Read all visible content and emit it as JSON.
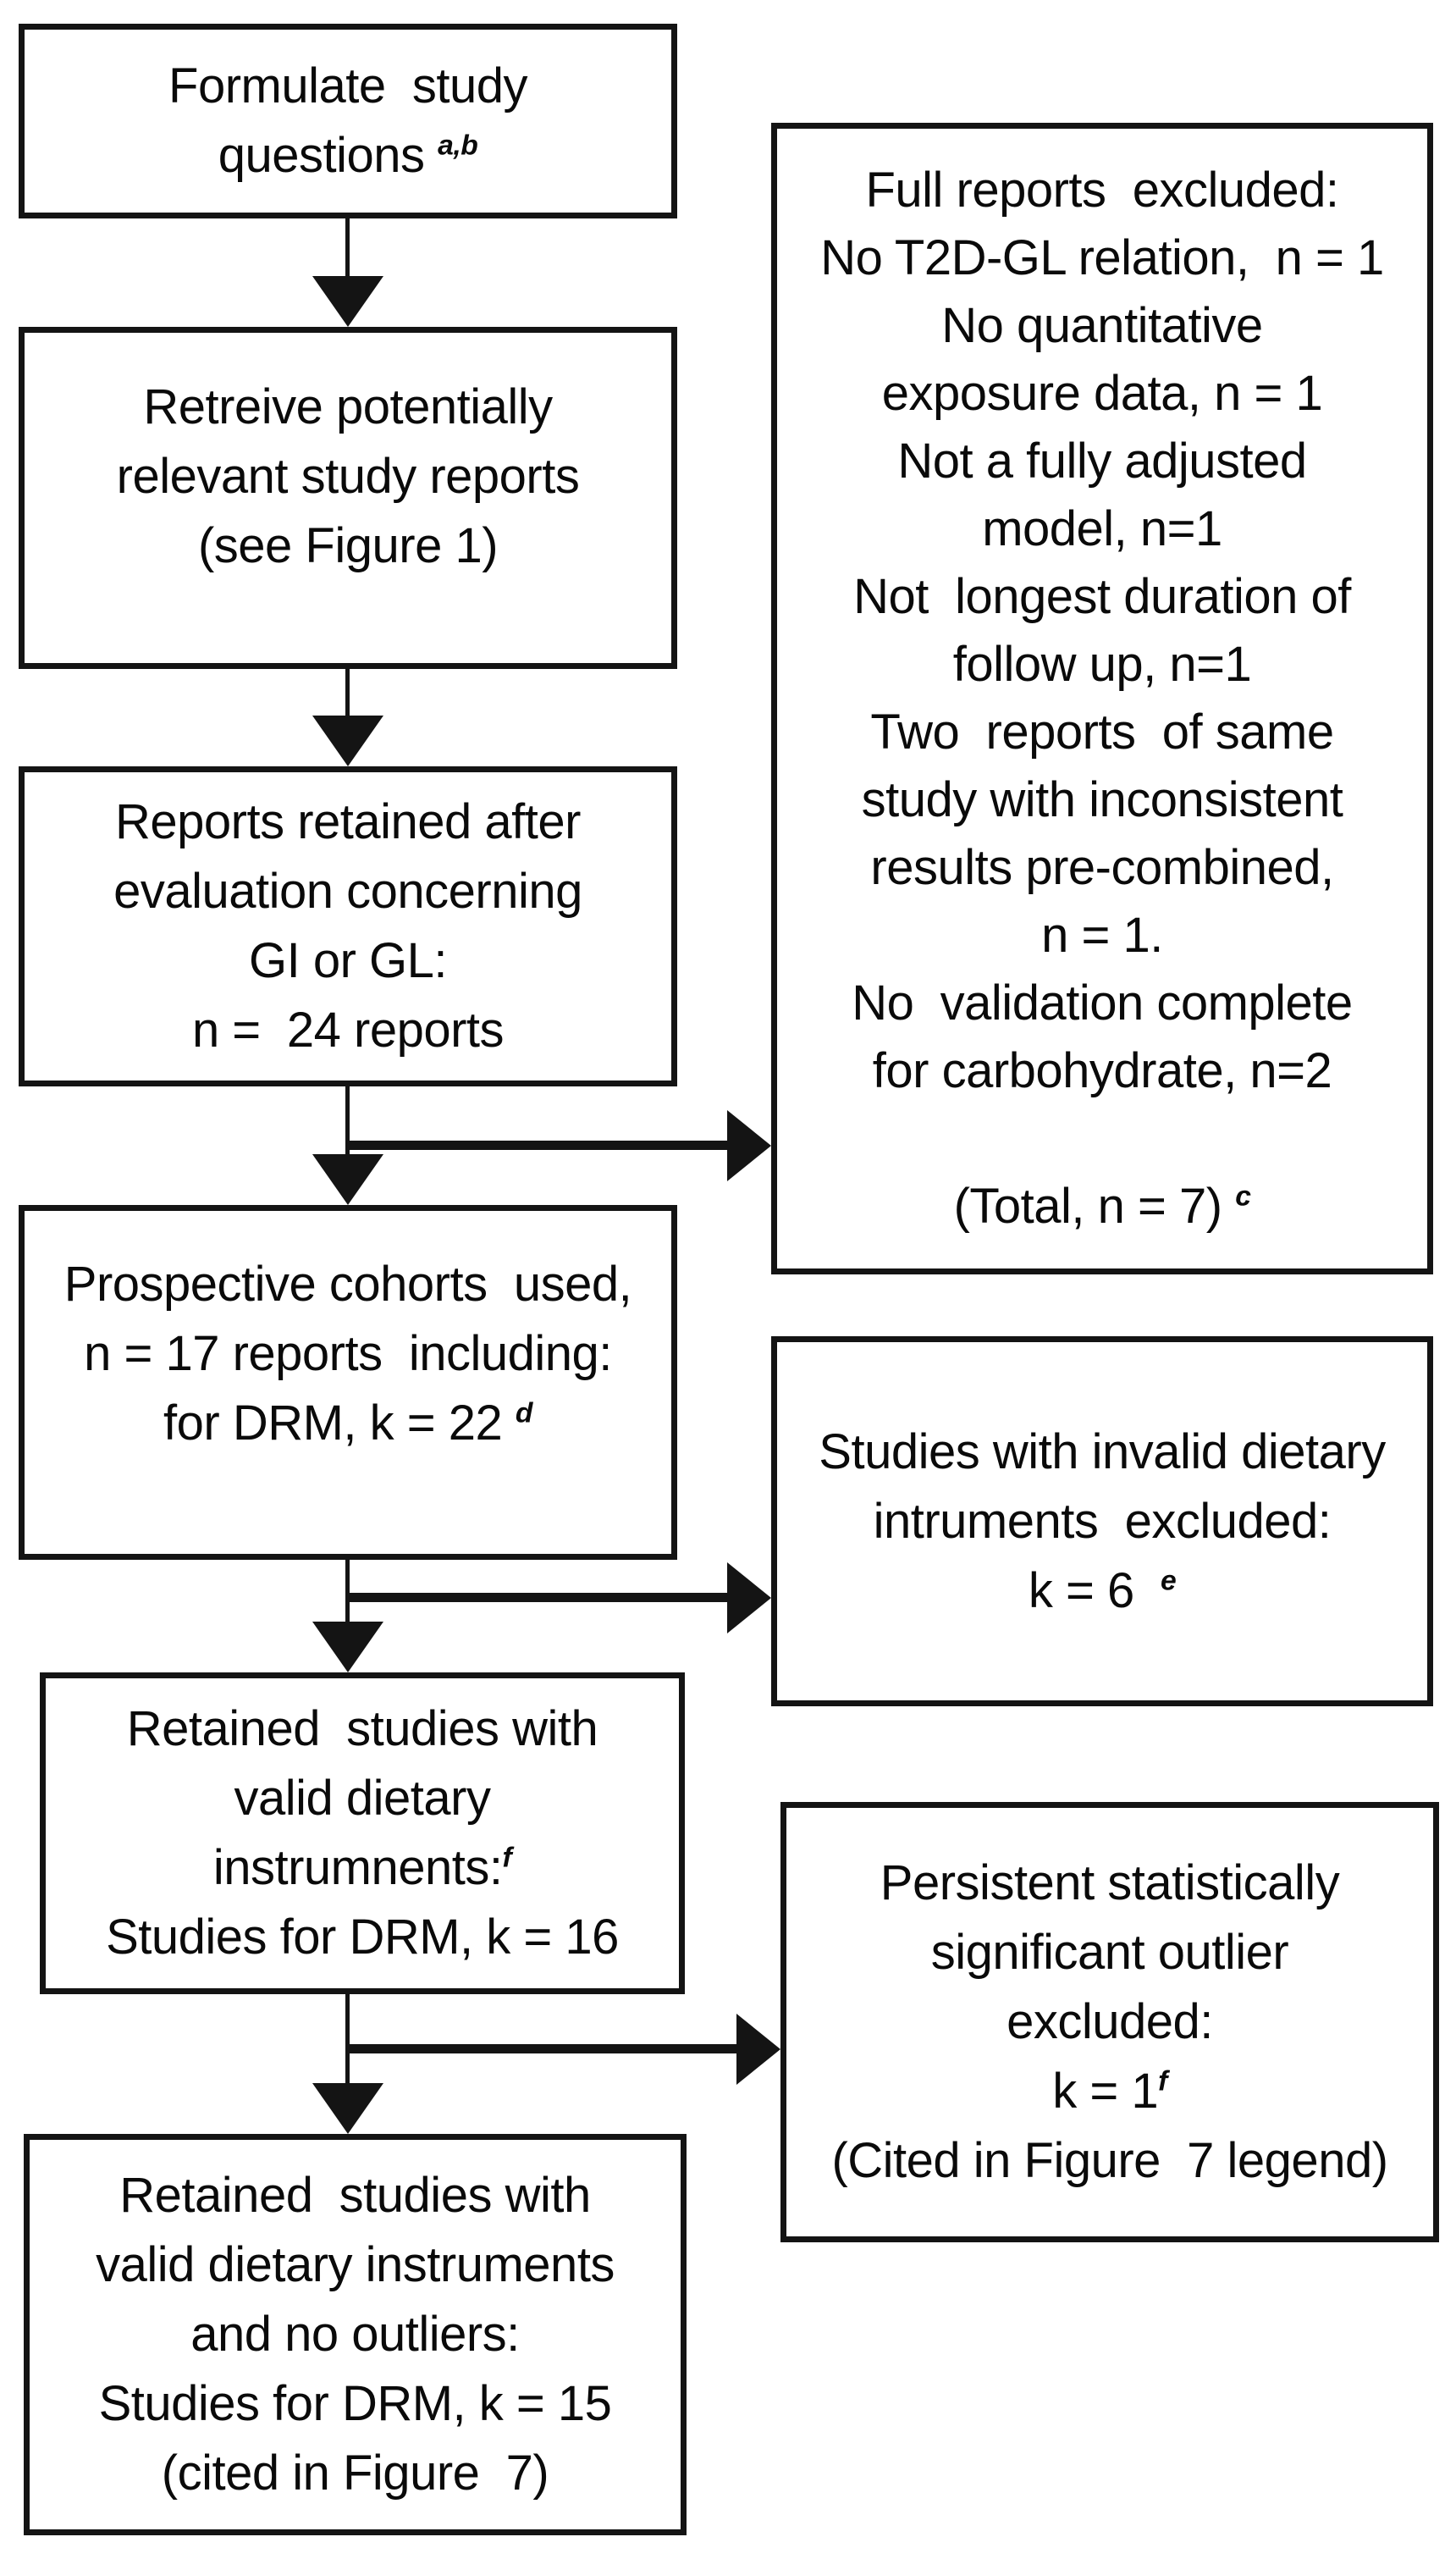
{
  "figure": {
    "background_color": "#ffffff",
    "line_color": "#141414",
    "text_color": "#0a0a0a",
    "type": "study-selection-flowchart"
  },
  "flowchart": {
    "boxes": [
      {
        "id": "formulate-study-questions",
        "column": "left",
        "lines": [
          [
            {
              "t": "Formulate  study"
            }
          ],
          [
            {
              "t": "questions "
            },
            {
              "t": "a,b",
              "sup": true
            }
          ]
        ]
      },
      {
        "id": "retrieve-relevant-reports",
        "column": "left",
        "lines": [
          [
            {
              "t": "Retreive potentially"
            }
          ],
          [
            {
              "t": "relevant study reports"
            }
          ],
          [
            {
              "t": "(see Figure 1)"
            }
          ]
        ]
      },
      {
        "id": "reports-retained",
        "column": "left",
        "lines": [
          [
            {
              "t": "Reports retained after"
            }
          ],
          [
            {
              "t": "evaluation concerning"
            }
          ],
          [
            {
              "t": "GI or GL:"
            }
          ],
          [
            {
              "t": "n =  24 reports"
            }
          ]
        ]
      },
      {
        "id": "prospective-cohorts-used",
        "column": "left",
        "lines": [
          [
            {
              "t": "Prospective cohorts  used,"
            }
          ],
          [
            {
              "t": "n = 17 reports  including:"
            }
          ],
          [
            {
              "t": "for DRM, k = 22 "
            },
            {
              "t": "d",
              "sup": true
            }
          ]
        ]
      },
      {
        "id": "retained-valid-instruments",
        "column": "left",
        "lines": [
          [
            {
              "t": "Retained  studies with"
            }
          ],
          [
            {
              "t": "valid dietary"
            }
          ],
          [
            {
              "t": "instrumnents:"
            },
            {
              "t": "f",
              "sup": true
            }
          ],
          [
            {
              "t": "Studies for DRM, k = 16"
            }
          ]
        ]
      },
      {
        "id": "retained-no-outliers",
        "column": "left",
        "lines": [
          [
            {
              "t": "Retained  studies with"
            }
          ],
          [
            {
              "t": "valid dietary instruments"
            }
          ],
          [
            {
              "t": "and no outliers:"
            }
          ],
          [
            {
              "t": "Studies for DRM, k = 15"
            }
          ],
          [
            {
              "t": "(cited in Figure  7)"
            }
          ]
        ]
      },
      {
        "id": "full-reports-excluded",
        "column": "right",
        "lines": [
          [
            {
              "t": "Full reports  excluded:"
            }
          ],
          [
            {
              "t": "No T2D-GL relation,  n = 1"
            }
          ],
          [
            {
              "t": "No quantitative"
            }
          ],
          [
            {
              "t": "exposure data, n = 1"
            }
          ],
          [
            {
              "t": "Not a fully adjusted"
            }
          ],
          [
            {
              "t": "model, n=1"
            }
          ],
          [
            {
              "t": "Not  longest duration of"
            }
          ],
          [
            {
              "t": "follow up, n=1"
            }
          ],
          [
            {
              "t": "Two  reports  of same"
            }
          ],
          [
            {
              "t": "study with inconsistent"
            }
          ],
          [
            {
              "t": "results pre-combined,"
            }
          ],
          [
            {
              "t": "n = 1."
            }
          ],
          [
            {
              "t": "No  validation complete"
            }
          ],
          [
            {
              "t": "for carbohydrate, n=2"
            }
          ],
          [
            {
              "t": " "
            }
          ],
          [
            {
              "t": "(Total, n = 7) "
            },
            {
              "t": "c",
              "sup": true
            }
          ]
        ]
      },
      {
        "id": "invalid-dietary-instruments-excluded",
        "column": "right",
        "lines": [
          [
            {
              "t": "Studies with invalid dietary"
            }
          ],
          [
            {
              "t": "intruments  excluded:"
            }
          ],
          [
            {
              "t": "k = 6  "
            },
            {
              "t": "e",
              "sup": true
            }
          ]
        ]
      },
      {
        "id": "persistent-outlier-excluded",
        "column": "right",
        "lines": [
          [
            {
              "t": "Persistent statistically"
            }
          ],
          [
            {
              "t": "significant outlier"
            }
          ],
          [
            {
              "t": "excluded:"
            }
          ],
          [
            {
              "t": "k = 1"
            },
            {
              "t": "f",
              "sup": true
            }
          ],
          [
            {
              "t": "(Cited in Figure  7 legend)"
            }
          ]
        ]
      }
    ],
    "arrows": [
      {
        "id": "arrow-down-1",
        "from": "formulate-study-questions",
        "to": "retrieve-relevant-reports"
      },
      {
        "id": "arrow-down-2",
        "from": "retrieve-relevant-reports",
        "to": "reports-retained"
      },
      {
        "id": "arrow-down-3",
        "from": "reports-retained",
        "to": "prospective-cohorts-used"
      },
      {
        "id": "arrow-right-1",
        "from": "reports-retained",
        "to": "full-reports-excluded"
      },
      {
        "id": "arrow-down-4",
        "from": "prospective-cohorts-used",
        "to": "retained-valid-instruments"
      },
      {
        "id": "arrow-right-2",
        "from": "prospective-cohorts-used",
        "to": "invalid-dietary-instruments-excluded"
      },
      {
        "id": "arrow-down-5",
        "from": "retained-valid-instruments",
        "to": "retained-no-outliers"
      },
      {
        "id": "arrow-right-3",
        "from": "retained-valid-instruments",
        "to": "persistent-outlier-excluded"
      }
    ]
  }
}
